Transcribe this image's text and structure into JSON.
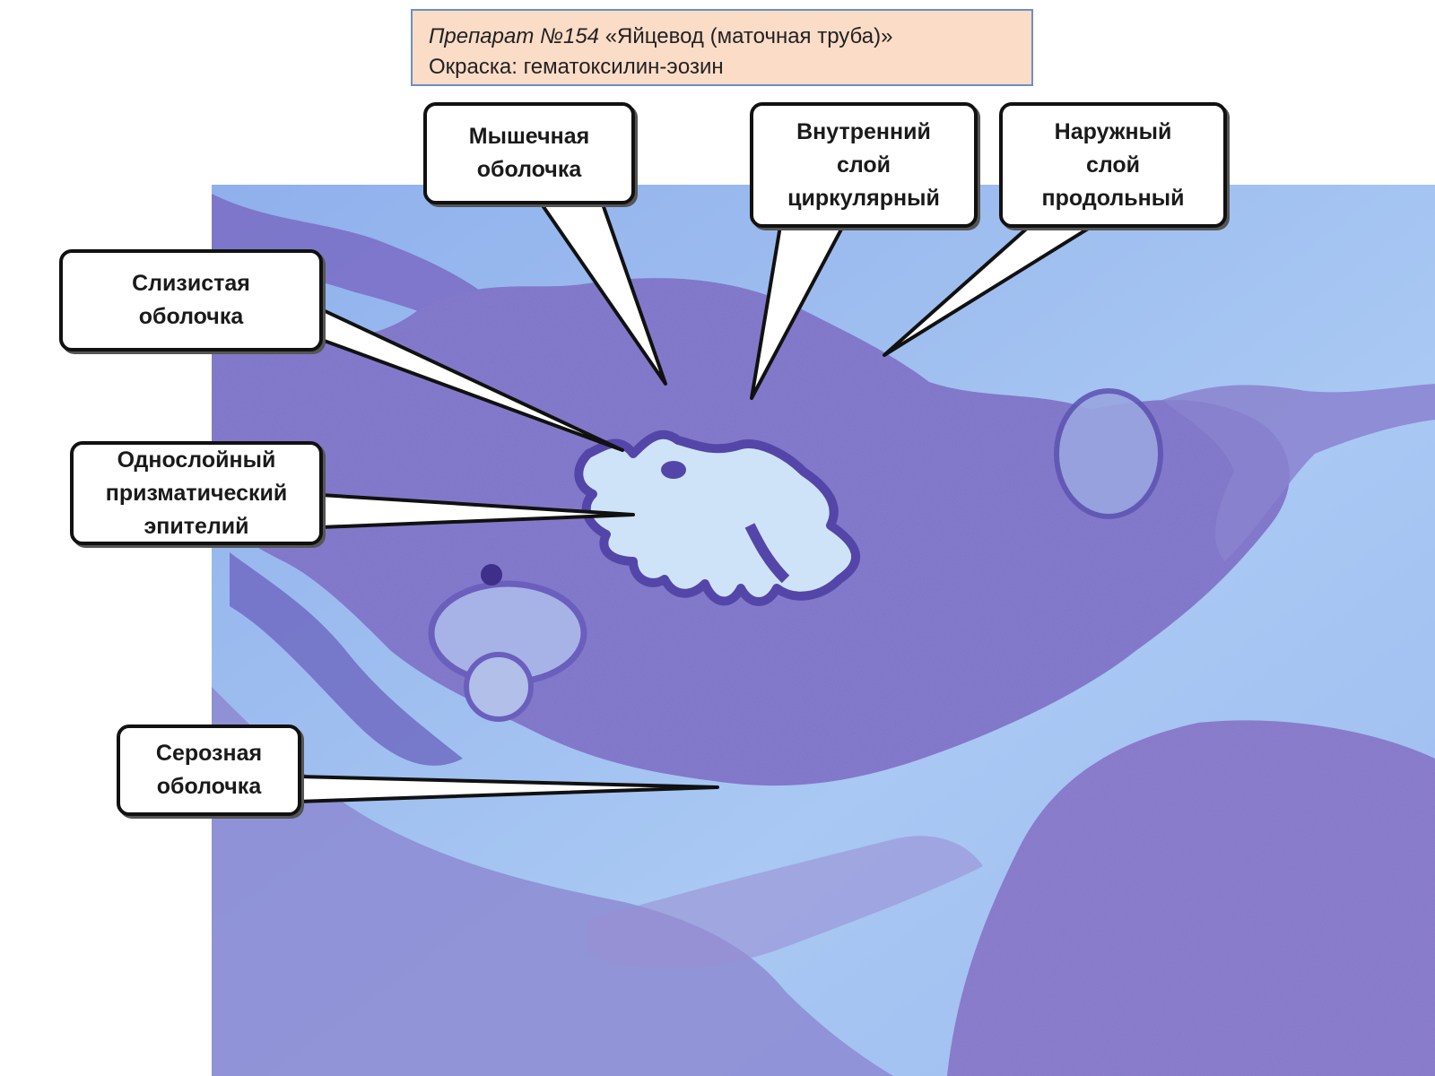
{
  "header": {
    "preparation_label": "Препарат №154",
    "preparation_name": "«Яйцевод (маточная труба)»",
    "stain": "Окраска: гематоксилин-эозин"
  },
  "callouts": {
    "muscular": "Мышечная\nоболочка",
    "inner_circular": "Внутренний\nслой\nциркулярный",
    "outer_longitudinal": "Наружный\nслой\nпродольный",
    "mucosa": "Слизистая\nоболочка",
    "epithelium": "Однослойный\nпризматический\nэпителий",
    "serosa": "Серозная\nоболочка"
  },
  "colors": {
    "background": "#8fb4ee",
    "tissue": "#7a74c8",
    "tissue_dark": "#5b4fae",
    "lumen": "#cfe3f8",
    "header_fill": "#fbdcc7",
    "header_border": "#6e8fc0",
    "callout_border": "#111111"
  }
}
